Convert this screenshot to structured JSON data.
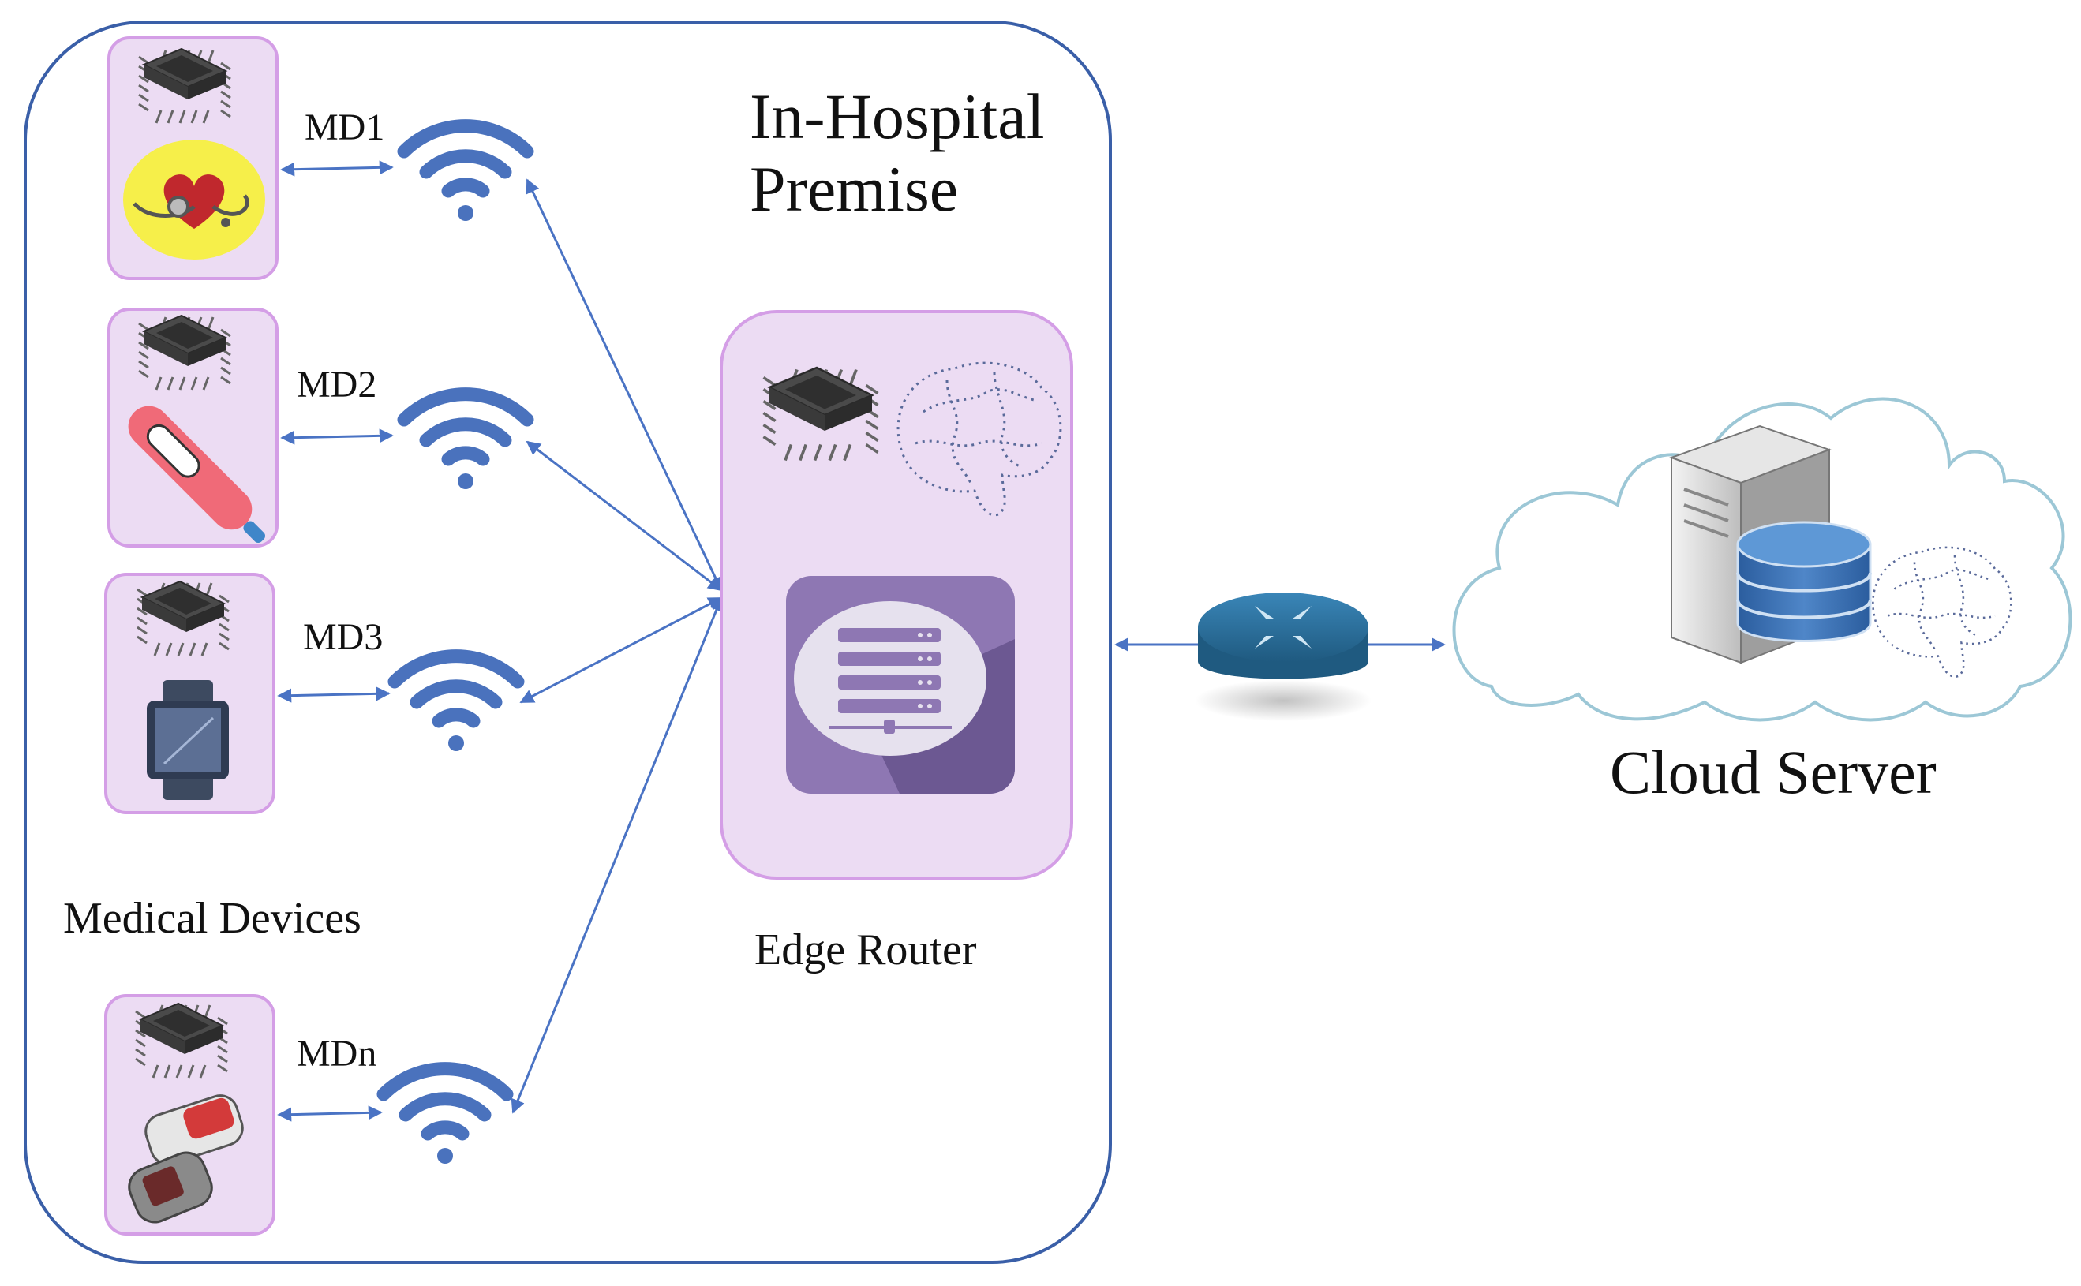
{
  "premise": {
    "line1": "In-Hospital",
    "line2": "Premise"
  },
  "devices": {
    "section_label": "Medical Devices",
    "items": [
      {
        "label": "MD1",
        "icon": "heart-stethoscope-icon"
      },
      {
        "label": "MD2",
        "icon": "thermometer-icon"
      },
      {
        "label": "MD3",
        "icon": "smartwatch-icon"
      },
      {
        "label": "MDn",
        "icon": "pulse-oximeter-icon"
      }
    ]
  },
  "edge": {
    "label": "Edge Router"
  },
  "cloud": {
    "label": "Cloud Server"
  },
  "colors": {
    "container_border": "#3a5fa8",
    "device_fill": "#ecdcf3",
    "device_border": "#d49ee6",
    "arrow": "#4a73c4",
    "wifi": "#4a72bd",
    "server_tile": "#8e77b3",
    "cloud_stroke": "#9cc7d6",
    "router": "#2e6f99"
  }
}
